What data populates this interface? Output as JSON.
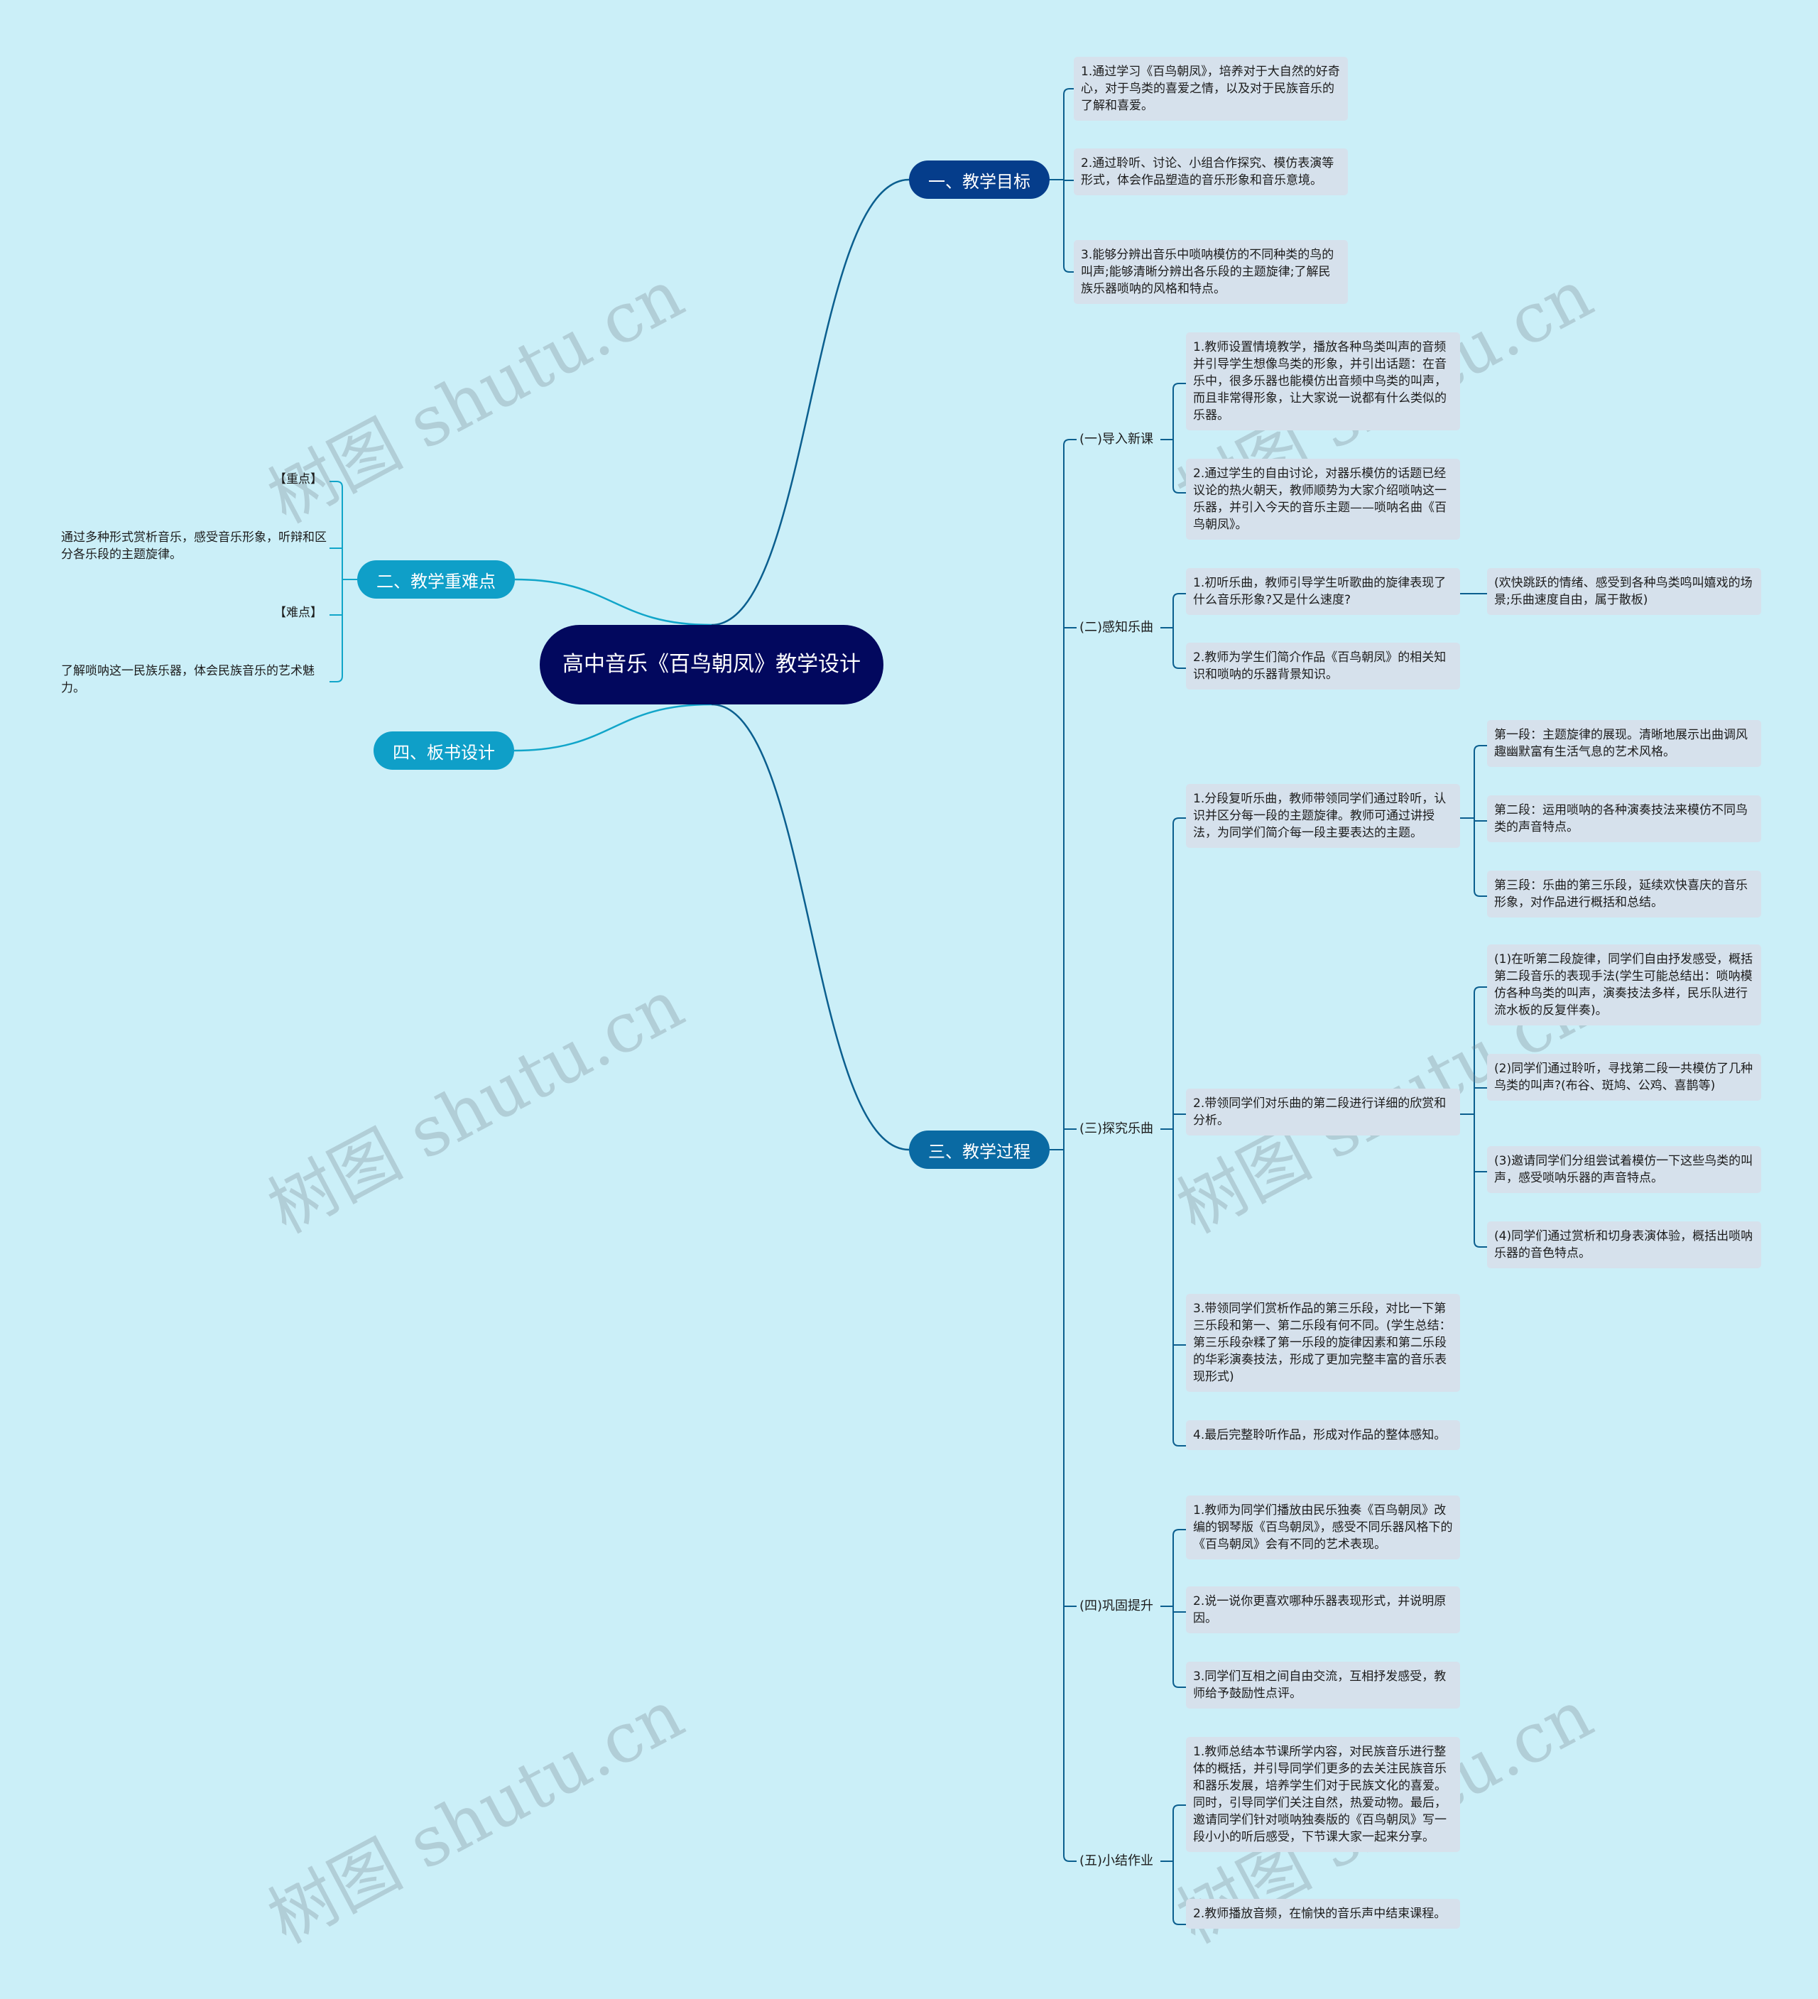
{
  "root": "高中音乐《百鸟朝凤》教学设计",
  "branches": {
    "goals": "一、教学目标",
    "keypoints": "二、教学重难点",
    "process": "三、教学过程",
    "board": "四、板书设计"
  },
  "goals": [
    "1.通过学习《百鸟朝凤》，培养对于大自然的好奇心，对于鸟类的喜爱之情，以及对于民族音乐的了解和喜爱。",
    "2.通过聆听、讨论、小组合作探究、模仿表演等形式，体会作品塑造的音乐形象和音乐意境。",
    "3.能够分辨出音乐中唢呐模仿的不同种类的鸟的叫声;能够清晰分辨出各乐段的主题旋律;了解民族乐器唢呐的风格和特点。"
  ],
  "keypoints": {
    "key_label": "【重点】",
    "key_text": "通过多种形式赏析音乐，感受音乐形象，听辩和区分各乐段的主题旋律。",
    "hard_label": "【难点】",
    "hard_text": "了解唢呐这一民族乐器，体会民族音乐的艺术魅力。"
  },
  "process": {
    "s1": {
      "label": "(一)导入新课",
      "items": [
        "1.教师设置情境教学，播放各种鸟类叫声的音频并引导学生想像鸟类的形象，并引出话题：在音乐中，很多乐器也能模仿出音频中鸟类的叫声，而且非常得形象，让大家说一说都有什么类似的乐器。",
        "2.通过学生的自由讨论，对器乐模仿的话题已经议论的热火朝天，教师顺势为大家介绍唢呐这一乐器，并引入今天的音乐主题——唢呐名曲《百鸟朝凤》。"
      ]
    },
    "s2": {
      "label": "(二)感知乐曲",
      "items": [
        "1.初听乐曲，教师引导学生听歌曲的旋律表现了什么音乐形象?又是什么速度?",
        "2.教师为学生们简介作品《百鸟朝凤》的相关知识和唢呐的乐器背景知识。"
      ],
      "answer": "(欢快跳跃的情绪、感受到各种鸟类鸣叫嬉戏的场景;乐曲速度自由，属于散板)"
    },
    "s3": {
      "label": "(三)探究乐曲",
      "items": [
        "1.分段复听乐曲，教师带领同学们通过聆听，认识并区分每一段的主题旋律。教师可通过讲授法，为同学们简介每一段主要表达的主题。",
        "2.带领同学们对乐曲的第二段进行详细的欣赏和分析。",
        "3.带领同学们赏析作品的第三乐段，对比一下第三乐段和第一、第二乐段有何不同。(学生总结：第三乐段杂糅了第一乐段的旋律因素和第二乐段的华彩演奏技法，形成了更加完整丰富的音乐表现形式)",
        "4.最后完整聆听作品，形成对作品的整体感知。"
      ],
      "segments": [
        "第一段：主题旋律的展现。清晰地展示出曲调风趣幽默富有生活气息的艺术风格。",
        "第二段：运用唢呐的各种演奏技法来模仿不同鸟类的声音特点。",
        "第三段：乐曲的第三乐段，延续欢快喜庆的音乐形象，对作品进行概括和总结。"
      ],
      "analysis": [
        "(1)在听第二段旋律，同学们自由抒发感受，概括第二段音乐的表现手法(学生可能总结出：唢呐模仿各种鸟类的叫声，演奏技法多样，民乐队进行流水板的反复伴奏)。",
        "(2)同学们通过聆听，寻找第二段一共模仿了几种鸟类的叫声?(布谷、斑鸠、公鸡、喜鹊等)",
        "(3)邀请同学们分组尝试着模仿一下这些鸟类的叫声，感受唢呐乐器的声音特点。",
        "(4)同学们通过赏析和切身表演体验，概括出唢呐乐器的音色特点。"
      ]
    },
    "s4": {
      "label": "(四)巩固提升",
      "items": [
        "1.教师为同学们播放由民乐独奏《百鸟朝凤》改编的钢琴版《百鸟朝凤》，感受不同乐器风格下的《百鸟朝凤》会有不同的艺术表现。",
        "2.说一说你更喜欢哪种乐器表现形式，并说明原因。",
        "3.同学们互相之间自由交流，互相抒发感受，教师给予鼓励性点评。"
      ]
    },
    "s5": {
      "label": "(五)小结作业",
      "items": [
        "1.教师总结本节课所学内容，对民族音乐进行整体的概括，并引导同学们更多的去关注民族音乐和器乐发展，培养学生们对于民族文化的喜爱。同时，引导同学们关注自然，热爱动物。最后，邀请同学们针对唢呐独奏版的《百鸟朝凤》写一段小小的听后感受，下节课大家一起来分享。",
        "2.教师播放音频，在愉快的音乐声中结束课程。"
      ]
    }
  },
  "watermark": "树图 shutu.cn",
  "colors": {
    "background": "#cbeff8",
    "root": "#02085e",
    "branch_dark": "#053d8b",
    "branch_mid": "#0a6aa3",
    "branch_light": "#0f9fc8",
    "leaf": "#d6e1ec",
    "connector": "#0b5f8f"
  }
}
